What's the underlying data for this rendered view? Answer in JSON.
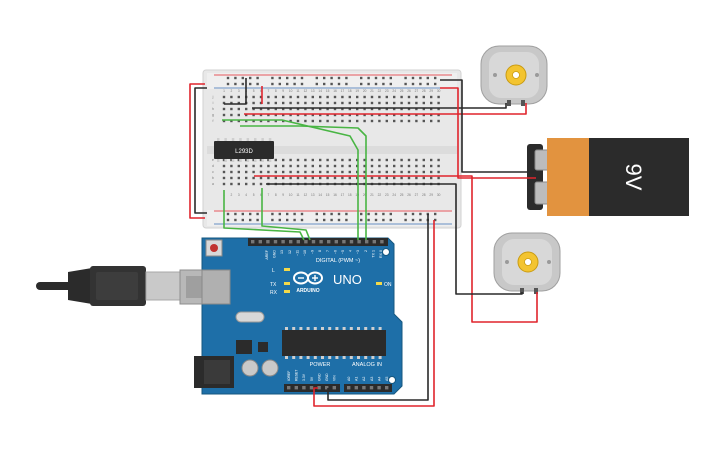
{
  "breadboard": {
    "rows": [
      "a",
      "b",
      "c",
      "d",
      "e",
      "f",
      "g",
      "h",
      "i",
      "j"
    ],
    "column_count": 30
  },
  "chip": {
    "label": "L293D"
  },
  "arduino": {
    "brand": "ARDUINO",
    "model": "UNO",
    "digital_label": "DIGITAL (PWM ~)",
    "power_label": "POWER",
    "analog_label": "ANALOG IN",
    "on_label": "ON",
    "tx_label": "TX",
    "rx_label": "RX",
    "l_label": "L",
    "aref_label": "AREF",
    "gnd_label": "GND",
    "digital_pins": [
      "13",
      "12",
      "~11",
      "~10",
      "~9",
      "8",
      "7",
      "~6",
      "~5",
      "4",
      "~3",
      "2",
      "TX 1",
      "RX 0"
    ],
    "power_pins": [
      "IOREF",
      "RESET",
      "3.3V",
      "5V",
      "GND",
      "GND",
      "VIN"
    ],
    "analog_pins": [
      "A0",
      "A1",
      "A2",
      "A3",
      "A4",
      "A5"
    ]
  },
  "battery": {
    "label": "9V"
  },
  "colors": {
    "wire_red": "#e0242c",
    "wire_black": "#2a2a2a",
    "wire_green": "#49b544",
    "board_blue": "#1e6fa8",
    "battery_orange": "#e2933f",
    "battery_black": "#2b2b2b",
    "motor_gray": "#c8c8c8",
    "motor_shaft": "#f3c430"
  }
}
